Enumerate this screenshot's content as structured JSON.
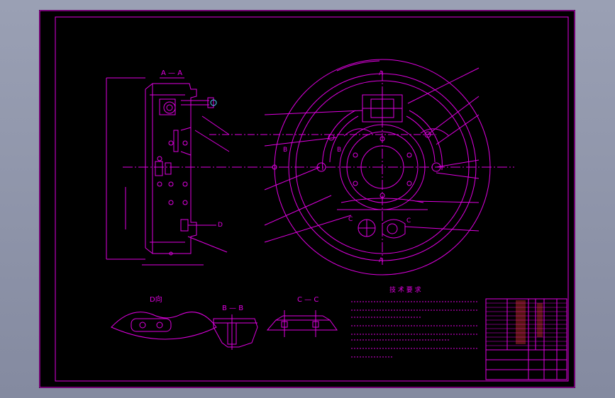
{
  "views": {
    "section_aa_label": "A — A",
    "section_bb_label": "B — B",
    "section_cc_label": "C — C",
    "view_d_label": "D向",
    "marker_d": "D",
    "marker_a_top": "A",
    "marker_a_bottom": "A",
    "marker_b_left": "B",
    "marker_b_inner": "B",
    "marker_c_left": "C",
    "marker_c_right": "C"
  },
  "notes": {
    "title": "技 术 要 求"
  },
  "colors": {
    "line": "#e000e0",
    "sheet": "#000000",
    "background": "#8d93a6",
    "red_text": "#ff3a3a"
  }
}
